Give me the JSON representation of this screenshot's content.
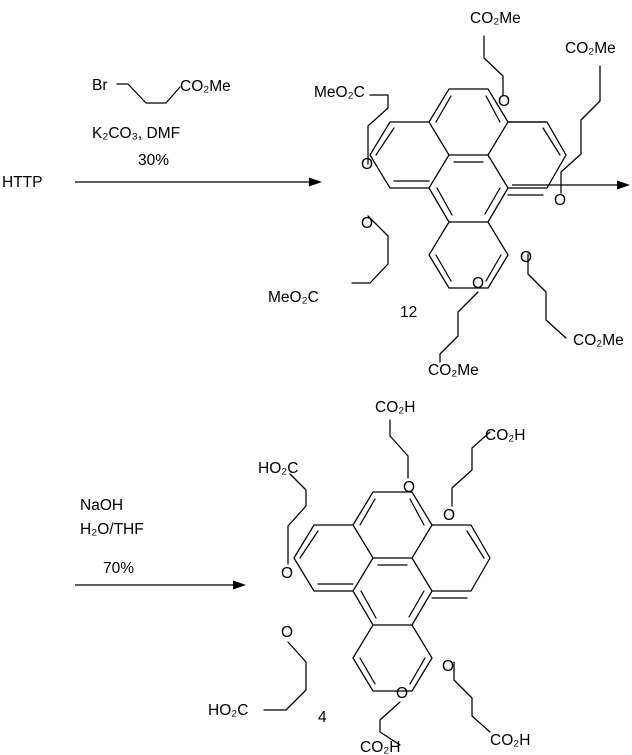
{
  "step1": {
    "starting_material": "HTTP",
    "reagent_bromide_label": "Br",
    "reagent_ester_label": "CO₂Me",
    "conditions": "K₂CO₃, DMF",
    "yield": "30%"
  },
  "compound_12": {
    "number": "12",
    "ester_group": "CO₂Me",
    "ester_group_left": "MeO₂C",
    "oxygen": "O"
  },
  "step2": {
    "base": "NaOH",
    "solvent": "H₂O/THF",
    "yield": "70%"
  },
  "compound_4": {
    "number": "4",
    "acid_group": "CO₂H",
    "acid_group_left": "HO₂C",
    "oxygen": "O"
  }
}
